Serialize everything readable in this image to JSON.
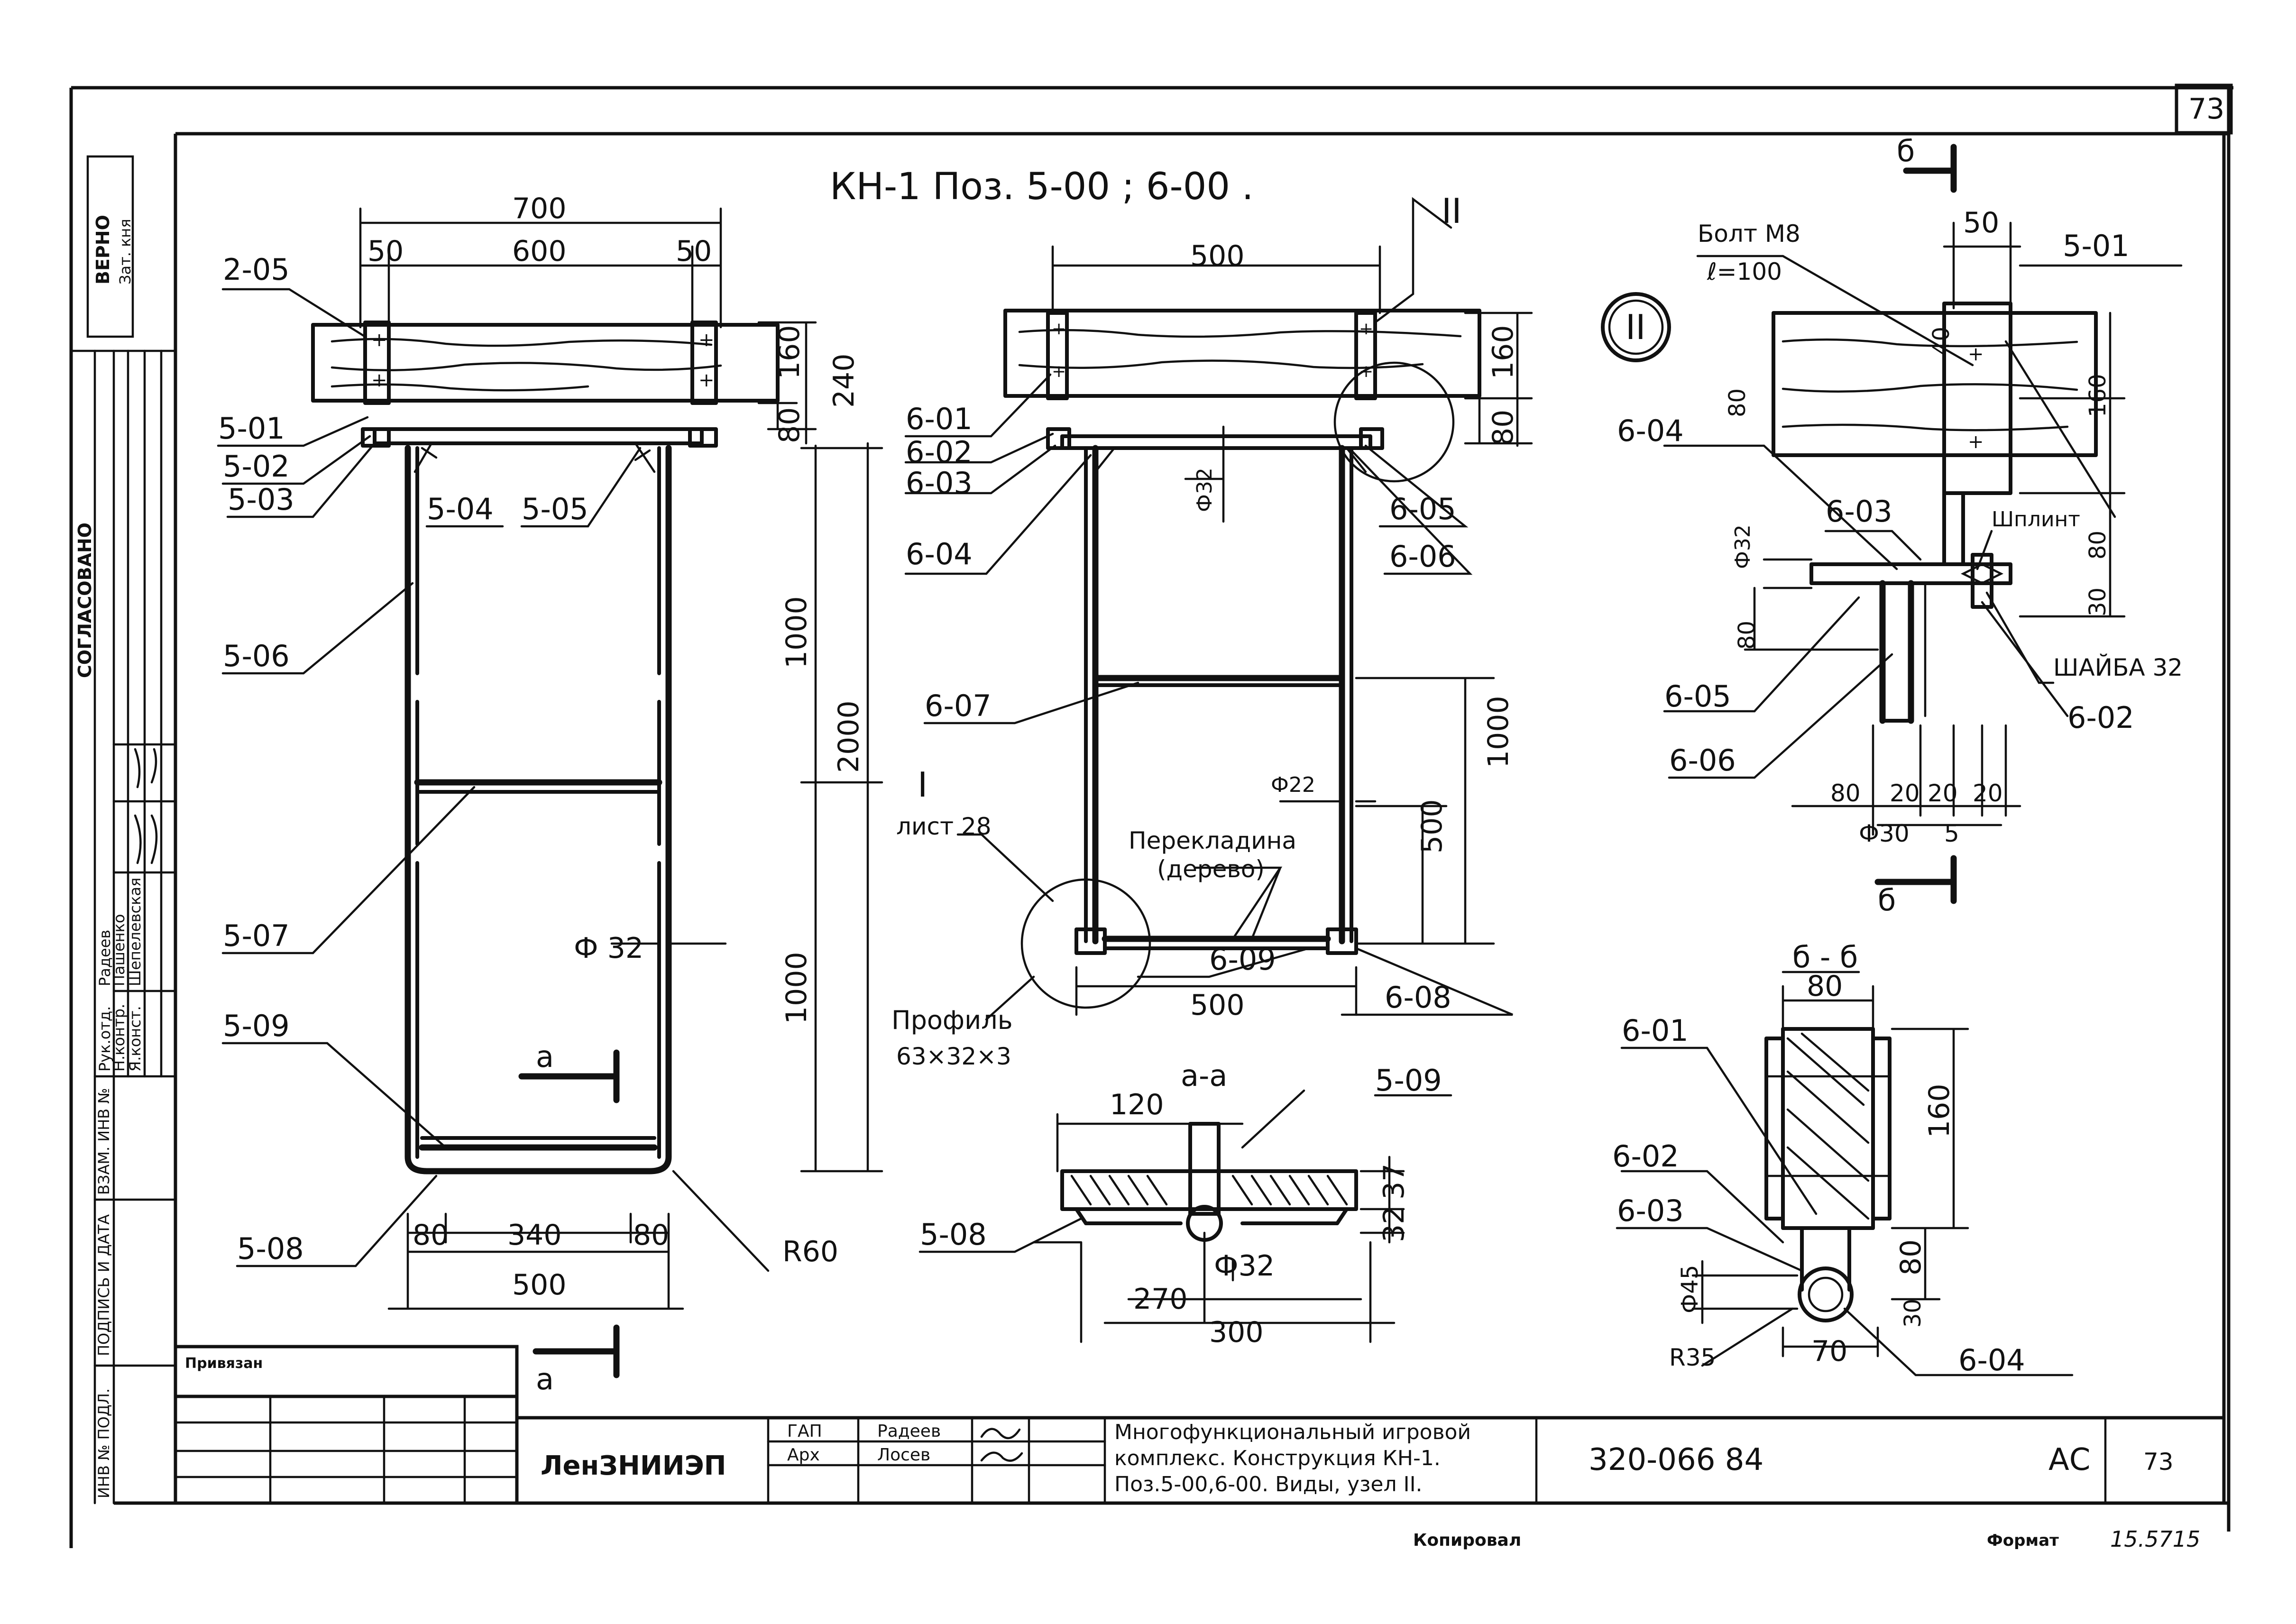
{
  "page_number": "73",
  "title": "КН-1   Поз. 5-00 ; 6-00 .",
  "stamp": {
    "verified": "ВЕРНО",
    "inv_line": "Зат. кня"
  },
  "left_column": {
    "agreed": "СОГЛАСОВАНО",
    "vzam": "ВЗАМ. ИНВ №",
    "signature_date": "ПОДПИСЬ И ДАТА",
    "inv_podl": "ИНВ № ПОДЛ."
  },
  "staff_table": [
    {
      "role": "Рук.отд.",
      "name": "Радеев"
    },
    {
      "role": "Н.контр.",
      "name": "Пашенко"
    },
    {
      "role": "Я.конст.",
      "name": "Шепелевская"
    }
  ],
  "view_a": {
    "dims": [
      "700",
      "50",
      "600",
      "50",
      "160",
      "240",
      "80",
      "1000",
      "2000",
      "1000",
      "Ф 32",
      "80",
      "340",
      "80",
      "500",
      "R60"
    ],
    "labels": [
      "2-05",
      "5-01",
      "5-02",
      "5-03",
      "5-04",
      "5-05",
      "5-06",
      "5-07",
      "5-09",
      "5-08"
    ],
    "section_mark": "а"
  },
  "view_b": {
    "dims": [
      "500",
      "160",
      "80",
      "Ф32",
      "1000",
      "Ф22",
      "500",
      "500"
    ],
    "labels": [
      "6-01",
      "6-02",
      "6-03",
      "6-04",
      "6-05",
      "6-06",
      "6-07",
      "6-09",
      "6-08"
    ],
    "node_ref": "II",
    "node_i_mark": "I",
    "node_i_sheet": "лист 28",
    "crossbar": "Перекладина",
    "crossbar_note": "(дерево)",
    "profile": "Профиль",
    "profile_size": "63×32×3"
  },
  "section_aa": {
    "title": "а-а",
    "dims": [
      "120",
      "37",
      "32",
      "Ф32",
      "270",
      "300"
    ],
    "labels": [
      "5-09",
      "5-08"
    ]
  },
  "node_ii": {
    "mark": "II",
    "section_mark": "б",
    "bolt": "Болт М8",
    "bolt_len": "ℓ=100",
    "split_pin": "Шплинт",
    "washer": "ШАЙБА 32",
    "dims": [
      "50",
      "40",
      "80",
      "160",
      "80",
      "Ф32",
      "80",
      "30",
      "80",
      "20",
      "20",
      "20",
      "Ф30",
      "5"
    ],
    "labels": [
      "5-01",
      "6-04",
      "6-03",
      "6-05",
      "6-02",
      "6-06"
    ]
  },
  "section_bb": {
    "title": "б - б",
    "dims": [
      "80",
      "160",
      "80",
      "30",
      "Ф45",
      "R35",
      "70"
    ],
    "labels": [
      "6-01",
      "6-02",
      "6-03",
      "6-04"
    ]
  },
  "title_block": {
    "attached": "Привязан",
    "org": "ЛенЗНИИЭП",
    "gap": "ГАП",
    "gap_name": "Радеев",
    "role2": "Арх",
    "role2_name": "Лосев",
    "description_1": "Многофункциональный игровой",
    "description_2": "комплекс. Конструкция КН-1.",
    "description_3": "Поз.5-00,6-00. Виды, узел II.",
    "code": "320-066 84",
    "stage": "АС",
    "sheet": "73"
  },
  "footer": {
    "copied": "Копировал",
    "format": "Формат",
    "format_value": "15.5715"
  }
}
